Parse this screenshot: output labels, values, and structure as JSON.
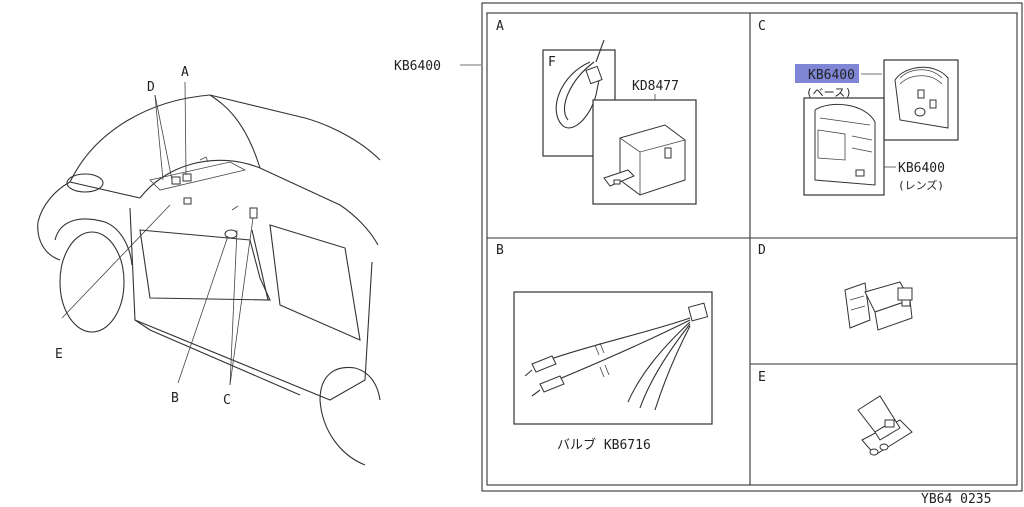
{
  "diagram": {
    "code": "YB64 0235",
    "main_part_label": "KB6400",
    "vehicle_callouts": [
      "A",
      "B",
      "C",
      "D",
      "E"
    ],
    "panels": {
      "A": {
        "letter": "A",
        "sub_letter": "F",
        "part_label": "KD8477"
      },
      "B": {
        "letter": "B",
        "caption": "バルブ KB6716"
      },
      "C": {
        "letter": "C",
        "base_label": "KB6400",
        "base_note": "(ベース)",
        "lens_label": "KB6400",
        "lens_note": "(レンズ)"
      },
      "D": {
        "letter": "D"
      },
      "E": {
        "letter": "E"
      }
    },
    "colors": {
      "highlight": "#7f86d6",
      "line": "#333333"
    }
  }
}
